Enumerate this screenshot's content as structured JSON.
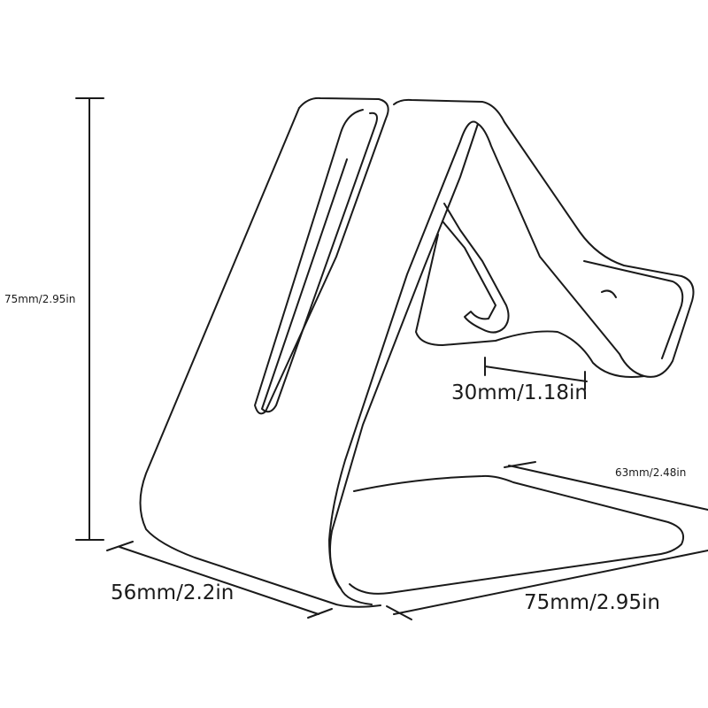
{
  "dimensions": {
    "height": "75mm/2.95in",
    "slot_width": "30mm/1.18in",
    "depth_back": "63mm/2.48in",
    "width": "56mm/2.2in",
    "length": "75mm/2.95in"
  },
  "colors": {
    "stroke": "#1a1a1a",
    "background": "#ffffff"
  }
}
